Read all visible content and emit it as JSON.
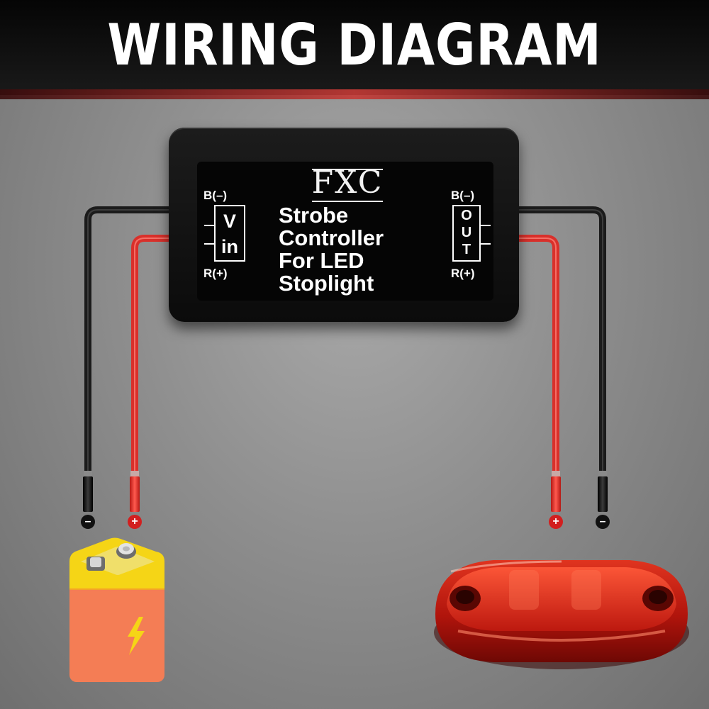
{
  "title": "WIRING DIAGRAM",
  "module": {
    "brand": "FXC",
    "text_lines": [
      "Strobe",
      "Controller",
      "For LED",
      "Stoplight"
    ],
    "input": {
      "neg_label": "B(–)",
      "pos_label": "R(+)",
      "letters": [
        "V",
        "in"
      ]
    },
    "output": {
      "neg_label": "B(–)",
      "pos_label": "R(+)",
      "letters": [
        "O",
        "U",
        "T"
      ]
    }
  },
  "terminals": {
    "battery_neg": "–",
    "battery_pos": "+",
    "led_pos": "+",
    "led_neg": "–"
  },
  "colors": {
    "wire_black": "#141414",
    "wire_red": "#e0332e",
    "led_red": "#c81c14",
    "battery_body": "#f47d55",
    "battery_top": "#f5d516",
    "header_bg": "#0d0d0d"
  },
  "icons": {
    "battery": "battery-icon",
    "led_light": "led-marker-light-icon",
    "bolt": "lightning-bolt-icon"
  }
}
